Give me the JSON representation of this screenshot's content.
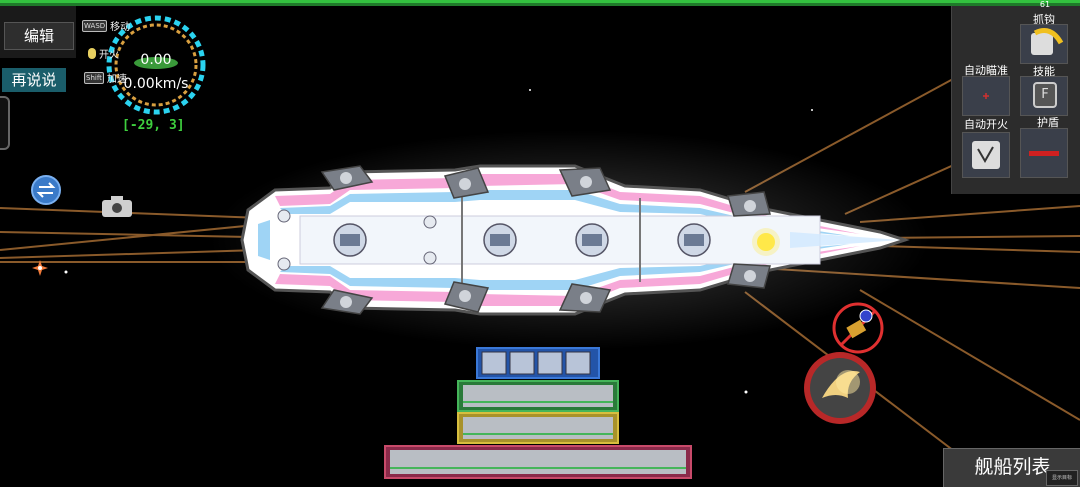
{
  "hud": {
    "edit_label": "编辑",
    "say_again_label": "再说说",
    "keys": [
      {
        "key": "WASD",
        "label": "移动"
      },
      {
        "key": "",
        "label": "开火"
      },
      {
        "key": "Shift",
        "label": "加速"
      }
    ],
    "speed_value": "0.00",
    "speed_kms": "0.00km/s",
    "coordinates": "[-29, 3]"
  },
  "right_panel": {
    "counter": "61",
    "grab_label": "抓钩",
    "auto_aim_label": "自动瞄准",
    "skill_label": "技能",
    "skill_key": "F",
    "auto_fire_label": "自动开火",
    "shield_label": "护盾"
  },
  "bottom": {
    "fleet_list_label": "舰船列表",
    "tiny_button_label": "显示目标"
  },
  "colors": {
    "coords_green": "#3ecf3e",
    "health_green": "#33c23f",
    "hull_pink": "#f7a8d8",
    "hull_blue": "#9fd4f5",
    "laser_brown": "#8a5a2a",
    "gauge_cyan": "#2bd3f0",
    "gauge_orange": "#d9a040"
  },
  "icons": [
    "swap-icon",
    "camera-icon",
    "grab-hook-icon",
    "auto-aim-crosshair-icon",
    "skill-f-icon",
    "auto-fire-icon",
    "shield-bar-icon",
    "enemy-target-icon",
    "boost-bird-icon"
  ]
}
